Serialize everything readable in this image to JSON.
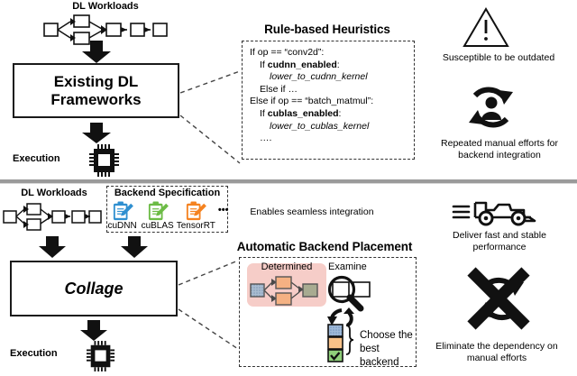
{
  "figure": {
    "top_section": {
      "workload_label": "DL Workloads",
      "framework_box": "Existing DL Frameworks",
      "framework_box_line1": "Existing DL",
      "framework_box_line2": "Frameworks",
      "execution_label": "Execution",
      "heuristics_title": "Rule-based Heuristics",
      "code_lines": [
        {
          "indent": 0,
          "segments": [
            {
              "text": "If op == “conv2d”:",
              "style": "plain"
            }
          ]
        },
        {
          "indent": 1,
          "segments": [
            {
              "text": "If ",
              "style": "plain"
            },
            {
              "text": "cudnn_enabled",
              "style": "bold"
            },
            {
              "text": ":",
              "style": "plain"
            }
          ]
        },
        {
          "indent": 2,
          "segments": [
            {
              "text": "lower_to_cudnn_kernel",
              "style": "italic"
            }
          ]
        },
        {
          "indent": 1,
          "segments": [
            {
              "text": "Else if …",
              "style": "plain"
            }
          ]
        },
        {
          "indent": 0,
          "segments": [
            {
              "text": "Else if op == “batch_matmul”:",
              "style": "plain"
            }
          ]
        },
        {
          "indent": 1,
          "segments": [
            {
              "text": "If ",
              "style": "plain"
            },
            {
              "text": "cublas_enabled",
              "style": "bold"
            },
            {
              "text": ":",
              "style": "plain"
            }
          ]
        },
        {
          "indent": 2,
          "segments": [
            {
              "text": "lower_to_cublas_kernel",
              "style": "italic"
            }
          ]
        },
        {
          "indent": 1,
          "segments": [
            {
              "text": "….",
              "style": "plain"
            }
          ]
        }
      ],
      "outcome_1": {
        "icon": "warning-triangle-icon",
        "caption": "Susceptible to be outdated"
      },
      "outcome_2": {
        "icon": "manual-refresh-person-icon",
        "caption_line1": "Repeated manual efforts for",
        "caption_line2": "backend integration"
      }
    },
    "bottom_section": {
      "workload_label": "DL Workloads",
      "backend_spec_title": "Backend Specification",
      "backends": [
        {
          "name": "cuDNN",
          "color": "#2f8fd0",
          "icon": "clipboard-pen-icon"
        },
        {
          "name": "cuBLAS",
          "color": "#6cbb45",
          "icon": "clipboard-pen-icon"
        },
        {
          "name": "TensorRT",
          "color": "#f5821f",
          "icon": "clipboard-pen-icon"
        }
      ],
      "backends_ellipsis": "•••",
      "collage_box": "Collage",
      "execution_label": "Execution",
      "seamless_note": "Enables seamless integration",
      "placement_title": "Automatic Backend Placement",
      "determined_label": "Determined",
      "examine_label": "Examine",
      "choose_line1": "Choose the",
      "choose_line2": "best backend",
      "choice_colors": [
        "#7fa8d4",
        "#f8c289",
        "#8fcf7a"
      ],
      "outcome_1": {
        "icon": "race-car-icon",
        "caption_line1": "Deliver fast and stable",
        "caption_line2": "performance"
      },
      "outcome_2": {
        "icon": "no-manual-loop-icon",
        "caption_line1": "Eliminate the dependency on",
        "caption_line2": "manual efforts"
      }
    }
  }
}
